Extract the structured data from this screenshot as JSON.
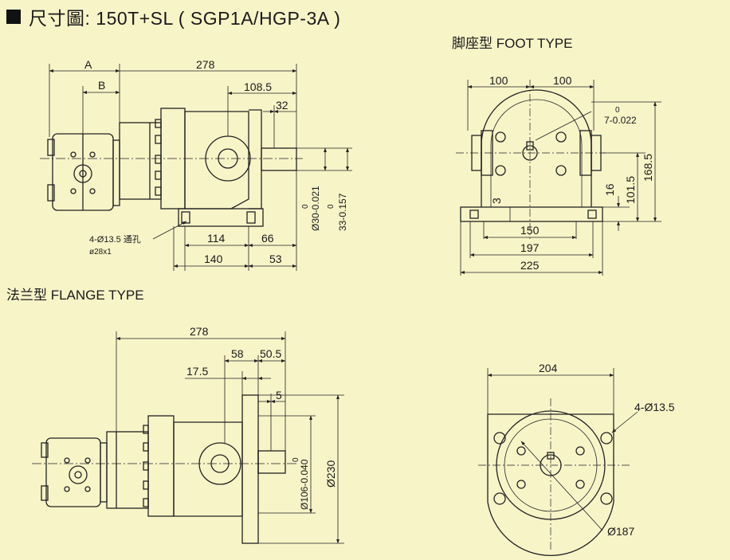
{
  "header": {
    "title": "尺寸圖: 150T+SL ( SGP1A/HGP-3A )"
  },
  "sections": {
    "foot": "脚座型 FOOT  TYPE",
    "flange": "法兰型 FLANGE TYPE"
  },
  "side_foot": {
    "dim_A": "A",
    "dim_B": "B",
    "dim_278": "278",
    "dim_108_5": "108.5",
    "dim_32": "32",
    "dim_114": "114",
    "dim_66": "66",
    "dim_140": "140",
    "dim_53": "53",
    "hole_note_1": "4-Ø13.5 通孔",
    "hole_note_2": "ø28x1",
    "shaft_tol_1": "0",
    "shaft_dia_1": "Ø30-0.021",
    "shaft_tol_2": "0",
    "shaft_dia_2": "33-0.157"
  },
  "front_foot": {
    "dim_100_left": "100",
    "dim_100_right": "100",
    "key_tol_0": "0",
    "key_width": "7-0.022",
    "dim_168_5": "168.5",
    "dim_101_5": "101.5",
    "dim_16": "16",
    "dim_3": "3",
    "dim_150": "150",
    "dim_197": "197",
    "dim_225": "225"
  },
  "side_flange": {
    "dim_278": "278",
    "dim_58": "58",
    "dim_50_5": "50.5",
    "dim_17_5": "17.5",
    "dim_5": "5",
    "tol_0": "0",
    "spigot_dia": "Ø106-0.040",
    "flange_dia": "Ø230"
  },
  "front_flange": {
    "dim_204": "204",
    "holes": "4-Ø13.5",
    "pcd": "Ø187"
  }
}
